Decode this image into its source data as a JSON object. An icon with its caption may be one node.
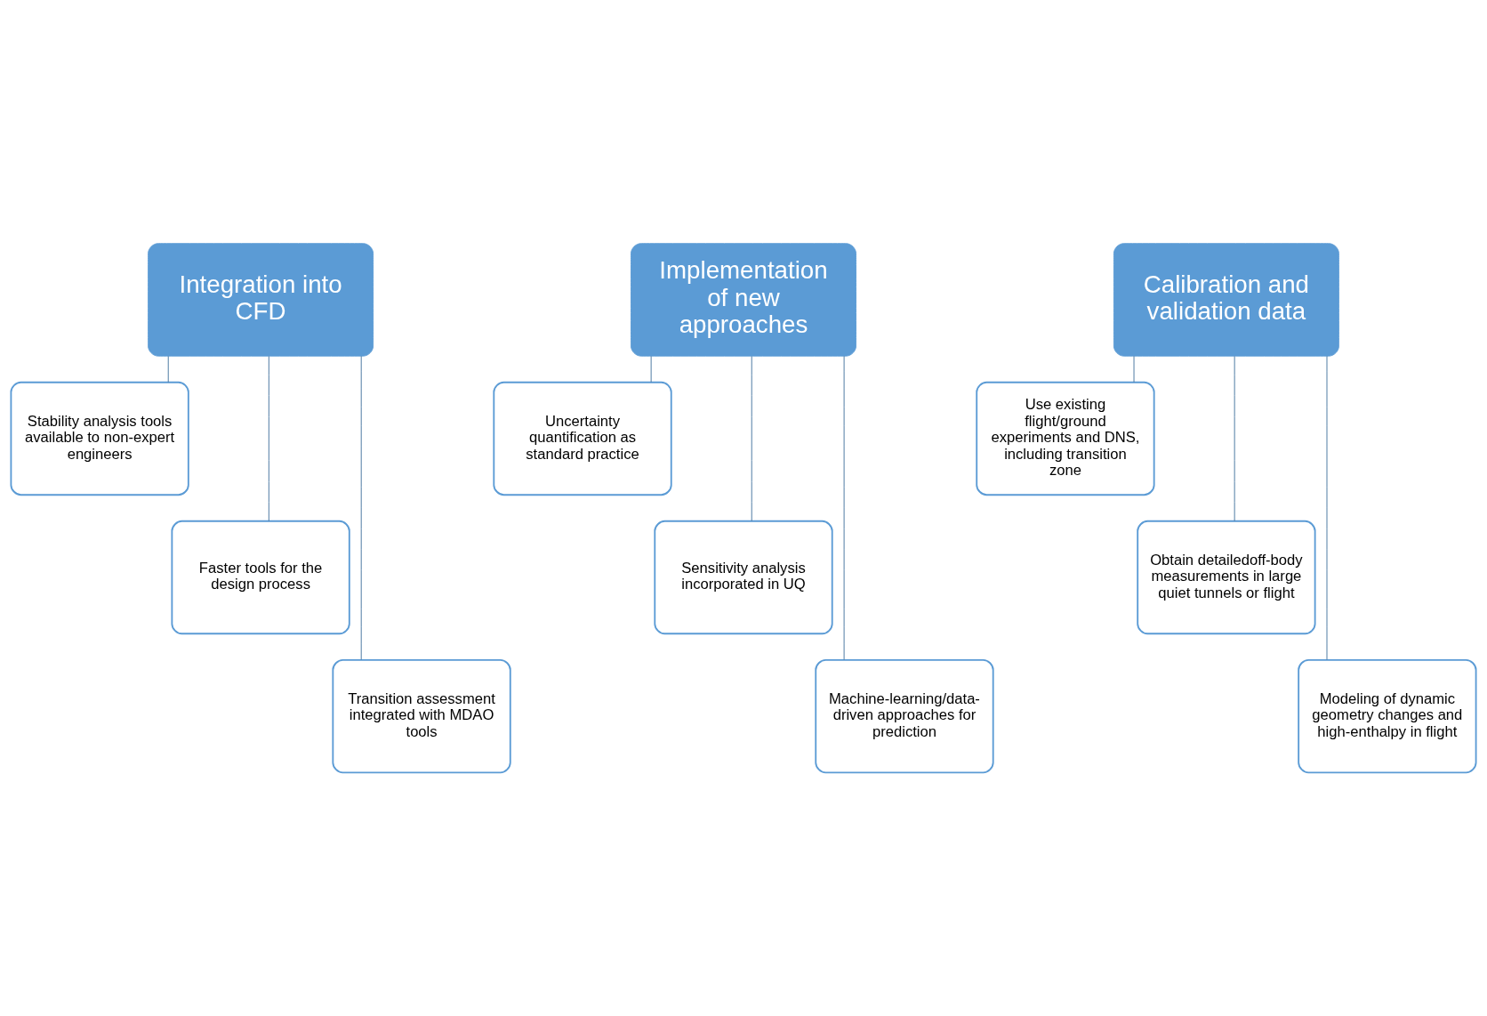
{
  "diagram": {
    "nodes": [
      {
        "text": [
          "Integration into CFD"
        ]
      },
      {
        "text": [
          "Stability analysis tools available to non-expert engineers"
        ]
      },
      {
        "text": [
          "Faster tools for the design process"
        ]
      },
      {
        "text": [
          "Transition assessment integrated with MDAO tools"
        ]
      },
      {
        "text": [
          "Implementation of new approaches"
        ]
      },
      {
        "text": [
          "Uncertainty quantification as standard practice"
        ]
      },
      {
        "text": [
          "Sensitivity analysis incorporated in UQ"
        ]
      },
      {
        "text": [
          "Machine-learning/data-driven approaches for prediction"
        ]
      },
      {
        "text": [
          "Calibration and validation data"
        ]
      },
      {
        "text": [
          "Use existing flight/ground experiments and DNS, including transition zone"
        ]
      },
      {
        "text": [
          "Obtain detailedoff-body measurements in large quiet tunnels or flight"
        ]
      },
      {
        "text": [
          "Modeling of dynamic geometry changes and high-enthalpy in flight"
        ]
      }
    ],
    "edges": [
      {
        "from": 0,
        "to": 1,
        "arrow": "none"
      },
      {
        "from": 0,
        "to": 2,
        "arrow": "none"
      },
      {
        "from": 0,
        "to": 3,
        "arrow": "none"
      },
      {
        "from": 4,
        "to": 5,
        "arrow": "none"
      },
      {
        "from": 4,
        "to": 6,
        "arrow": "none"
      },
      {
        "from": 4,
        "to": 7,
        "arrow": "none"
      },
      {
        "from": 8,
        "to": 9,
        "arrow": "none"
      },
      {
        "from": 8,
        "to": 10,
        "arrow": "none"
      },
      {
        "from": 8,
        "to": 11,
        "arrow": "none"
      }
    ]
  }
}
